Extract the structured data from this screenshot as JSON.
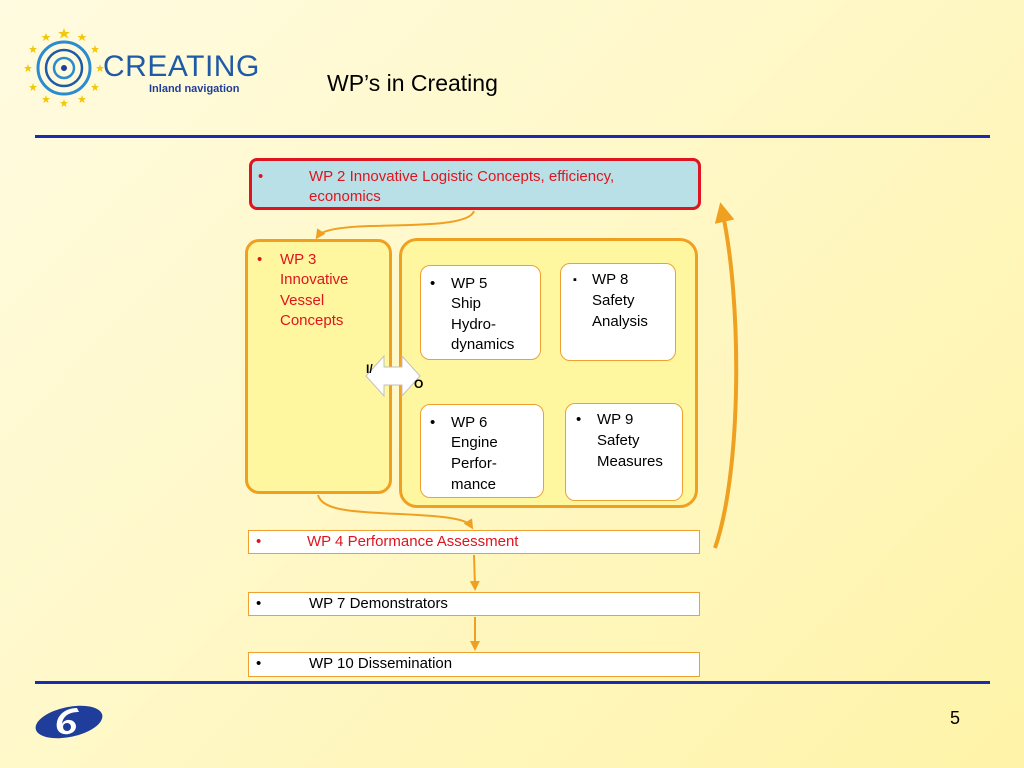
{
  "slide": {
    "title": "WP’s in Creating",
    "page_number": "5"
  },
  "logo": {
    "name": "CREATING",
    "subtitle": "Inland navigation"
  },
  "boxes": {
    "wp2": {
      "bullet": "•",
      "line1": "WP 2 Innovative Logistic Concepts, efficiency,",
      "line2": "economics"
    },
    "wp3": {
      "bullet": "•",
      "lines": [
        "WP 3",
        "Innovative",
        "Vessel",
        "Concepts"
      ]
    },
    "wp5": {
      "bullet": "•",
      "lines": [
        "WP 5",
        "Ship",
        "Hydro-",
        "dynamics"
      ]
    },
    "wp8": {
      "bullet": "▪",
      "lines": [
        "WP 8",
        "Safety",
        "Analysis"
      ]
    },
    "wp6": {
      "bullet": "•",
      "lines": [
        "WP 6",
        "Engine",
        "Perfor-",
        "mance"
      ]
    },
    "wp9": {
      "bullet": "•",
      "lines": [
        "WP 9",
        "Safety",
        "Measures"
      ]
    },
    "wp4": {
      "bullet": "•",
      "label": "WP 4 Performance Assessment"
    },
    "wp7": {
      "bullet": "•",
      "label": "WP 7 Demonstrators"
    },
    "wp10": {
      "bullet": "•",
      "label": "WP 10 Dissemination"
    }
  },
  "io_arrow": {
    "left": "I/",
    "right": "O"
  },
  "colors": {
    "rule": "#1a2bb0",
    "arrow": "#f0a020",
    "wp2_border": "#e0141e",
    "wp2_fill": "#b8e0e6",
    "red_text": "#e0141e",
    "yellow_fill": "#fff7a0"
  }
}
